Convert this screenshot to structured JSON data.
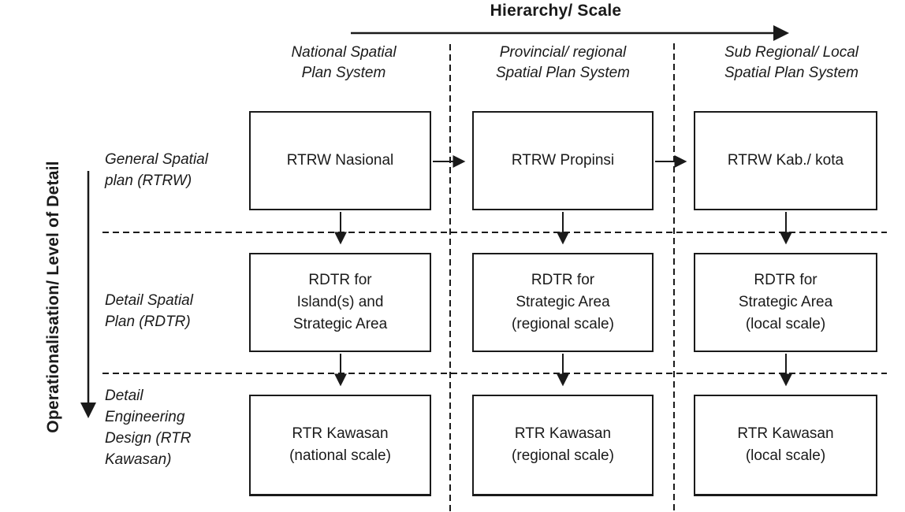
{
  "axes": {
    "horizontal_title": "Hierarchy/ Scale",
    "vertical_title": "Operationalisation/ Level of Detail"
  },
  "columns": [
    {
      "id": "national",
      "header": "National Spatial\nPlan System"
    },
    {
      "id": "provincial-regional",
      "header": "Provincial/ regional\nSpatial Plan System"
    },
    {
      "id": "sub-regional-local",
      "header": "Sub Regional/ Local\nSpatial Plan System"
    }
  ],
  "rows": [
    {
      "id": "general-spatial-plan",
      "label": "General Spatial\nplan (RTRW)"
    },
    {
      "id": "detail-spatial-plan",
      "label": "Detail Spatial\nPlan (RDTR)"
    },
    {
      "id": "detail-engineering-design",
      "label": "Detail\nEngineering\nDesign (RTR\nKawasan)"
    }
  ],
  "boxes": {
    "r1c1": "RTRW Nasional",
    "r1c2": "RTRW Propinsi",
    "r1c3": "RTRW Kab./ kota",
    "r2c1": "RDTR for\nIsland(s) and\nStrategic Area",
    "r2c2": "RDTR for\nStrategic Area\n(regional scale)",
    "r2c3": "RDTR for\nStrategic Area\n(local scale)",
    "r3c1": "RTR Kawasan\n(national scale)",
    "r3c2": "RTR Kawasan\n(regional scale)",
    "r3c3": "RTR Kawasan\n(local scale)"
  },
  "colors": {
    "line": "#1a1a1a",
    "text": "#1a1a1a",
    "background": "#ffffff"
  }
}
